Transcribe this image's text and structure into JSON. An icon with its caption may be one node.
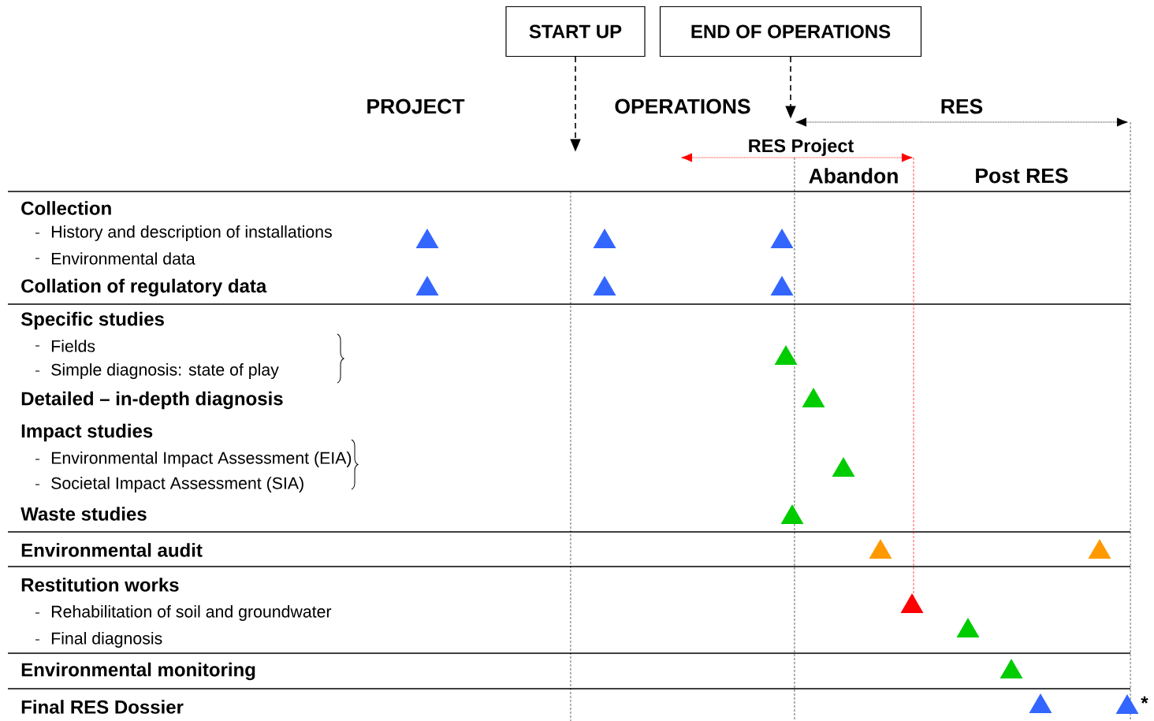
{
  "diagram": {
    "nodes": [
      {
        "text": [
          "START UP"
        ]
      },
      {
        "text": [
          "END OF OPERATIONS"
        ]
      }
    ],
    "edges": [
      {
        "from": 0,
        "to": null,
        "arrow": "to",
        "style": "dashed"
      },
      {
        "from": 1,
        "to": null,
        "arrow": "to",
        "style": "dashed"
      }
    ],
    "labels": [
      "PROJECT",
      "OPERATIONS",
      "RES",
      "RES Project",
      "Abandon",
      "Post RES",
      "Collection",
      "History and description of installations",
      "Environmental data",
      "Collation of regulatory data",
      "Specific studies",
      "Fields",
      "Simple diagnosis: state of play",
      "Detailed – in-depth diagnosis",
      "Impact studies",
      "Environmental Impact Assessment (EIA)",
      "Societal Impact Assessment (SIA)",
      "Waste studies",
      "Environmental audit",
      "Restitution works",
      "Rehabilitation of soil and groundwater",
      "Final diagnosis",
      "Environmental monitoring",
      "Final RES Dossier",
      "*"
    ]
  }
}
